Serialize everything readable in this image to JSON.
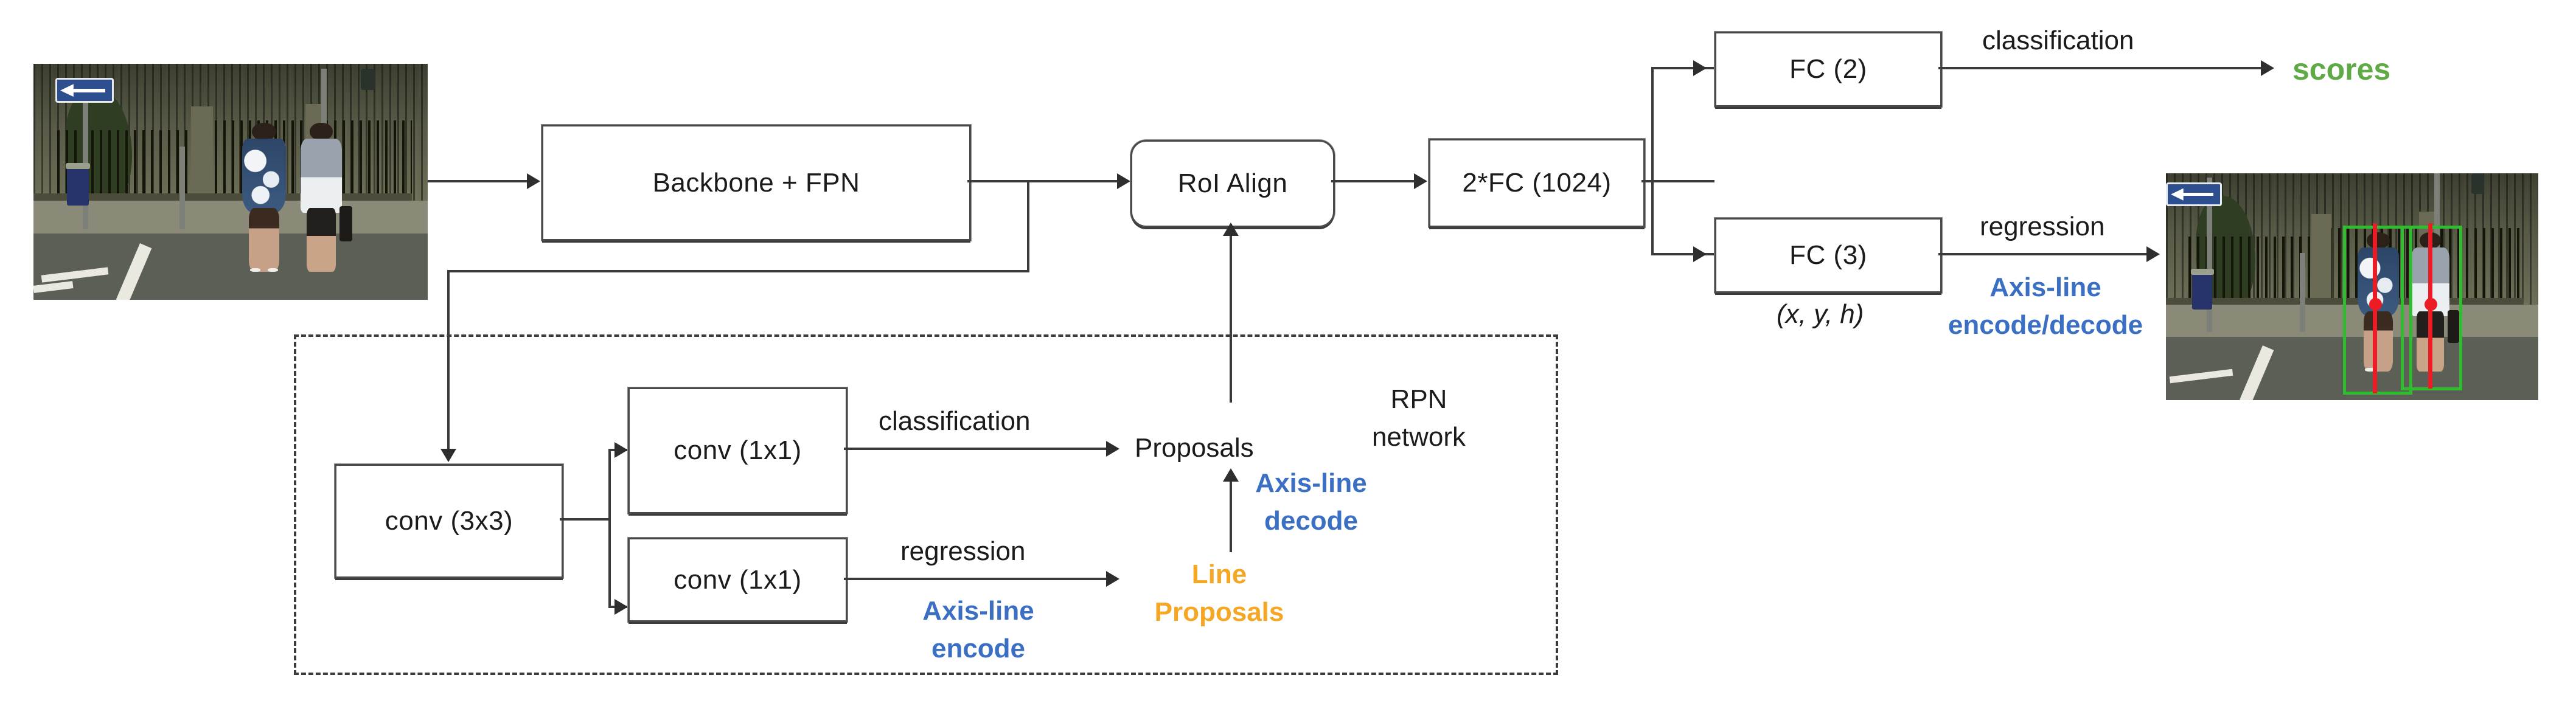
{
  "diagram": {
    "title": "Axis-line based pedestrian detection network architecture",
    "colors": {
      "blue": "#3a6fc4",
      "orange": "#f5a623",
      "green": "#5faa45",
      "box_border": "#4a4a4a",
      "bbox_green": "#2fbd2f",
      "axisline_red": "#ec1c24"
    }
  },
  "nodes": {
    "backbone": "Backbone + FPN",
    "roi_align": "RoI Align",
    "fc_1024": "2*FC (1024)",
    "fc2": "FC (2)",
    "fc3": "FC (3)",
    "fc3_sub": "(x, y, h)",
    "conv3x3": "conv (3x3)",
    "conv1x1_cls": "conv (1x1)",
    "conv1x1_reg": "conv (1x1)",
    "proposals": "Proposals",
    "line_proposals_l1": "Line",
    "line_proposals_l2": "Proposals",
    "rpn_l1": "RPN",
    "rpn_l2": "network"
  },
  "edge_labels": {
    "head_classification": "classification",
    "head_regression": "regression",
    "rpn_classification": "classification",
    "rpn_regression": "regression",
    "axis_encode_l1": "Axis-line",
    "axis_encode_l2": "encode",
    "axis_decode_l1": "Axis-line",
    "axis_decode_l2": "decode",
    "axis_encdec_l1": "Axis-line",
    "axis_encdec_l2": "encode/decode",
    "scores": "scores"
  },
  "images": {
    "input": {
      "caption": "street scene with two pedestrians walking on a crosswalk",
      "elements": [
        "one-way-sign",
        "iron-fence",
        "blue-trash-bin",
        "road-markings",
        "two-pedestrians"
      ]
    },
    "output": {
      "caption": "same street scene with green detection boxes and red axis lines on the two pedestrians",
      "detections": 2,
      "box_color": "#2fbd2f",
      "axis_color": "#ec1c24"
    }
  }
}
